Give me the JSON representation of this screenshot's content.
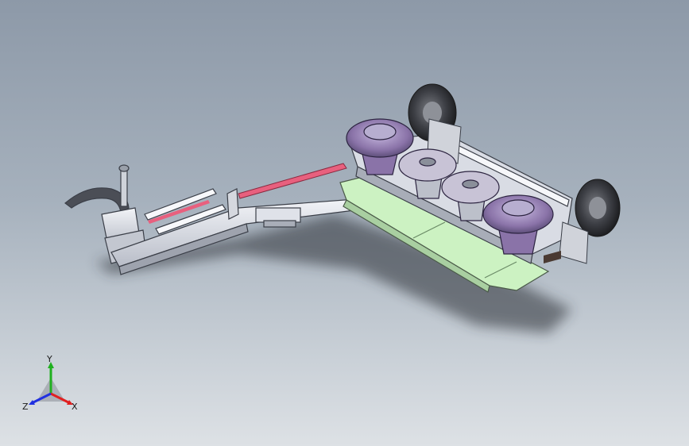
{
  "viewport": {
    "background_top": "#8d99a8",
    "background_bottom": "#dde1e5"
  },
  "model": {
    "frame_color": "#e3e6ee",
    "frame_edge": "#4a4f5a",
    "disc_color": "#8a73a8",
    "disc_hub": "#b7aed0",
    "wheel_color": "#3d3f45",
    "guard_color": "#ccf2c2",
    "rod_color": "#e8607e",
    "icons": [
      "wheel-icon",
      "cutting-disc-icon",
      "hitch-icon"
    ]
  },
  "triad": {
    "labels": {
      "x": "X",
      "y": "Y",
      "z": "Z"
    },
    "colors": {
      "x": "#e02020",
      "y": "#20b020",
      "z": "#2030e0"
    }
  }
}
